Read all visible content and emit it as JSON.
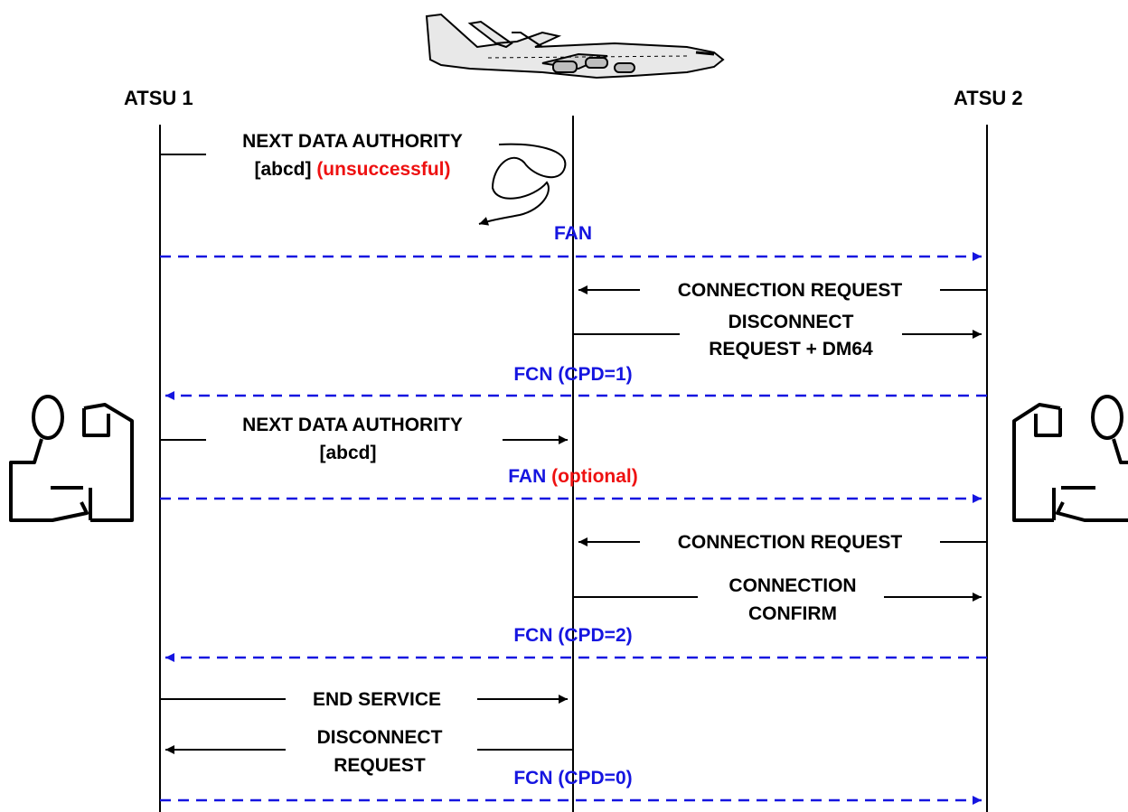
{
  "colors": {
    "black": "#000000",
    "blue": "#1515e0",
    "red": "#ee1111"
  },
  "icons": {
    "aircraft": "airplane-icon",
    "controller_left": "controller-workstation-icon",
    "controller_right": "controller-workstation-icon"
  },
  "headers": {
    "atsu1": "ATSU 1",
    "atsu2": "ATSU 2"
  },
  "messages": {
    "nda1_line1": "NEXT DATA AUTHORITY",
    "nda1_line2a": "[abcd]",
    "nda1_line2b": "(unsuccessful)",
    "fan1": "FAN",
    "cr1": "CONNECTION REQUEST",
    "disc_line1": "DISCONNECT",
    "disc_line2": "REQUEST + DM64",
    "fcn1": "FCN (CPD=1)",
    "nda2_line1": "NEXT DATA AUTHORITY",
    "nda2_line2": "[abcd]",
    "fan2a": "FAN",
    "fan2b": "(optional)",
    "cr2": "CONNECTION REQUEST",
    "cc_line1": "CONNECTION",
    "cc_line2": "CONFIRM",
    "fcn2": "FCN (CPD=2)",
    "end_service": "END SERVICE",
    "disc2_line1": "DISCONNECT",
    "disc2_line2": "REQUEST",
    "fcn3": "FCN (CPD=0)"
  }
}
